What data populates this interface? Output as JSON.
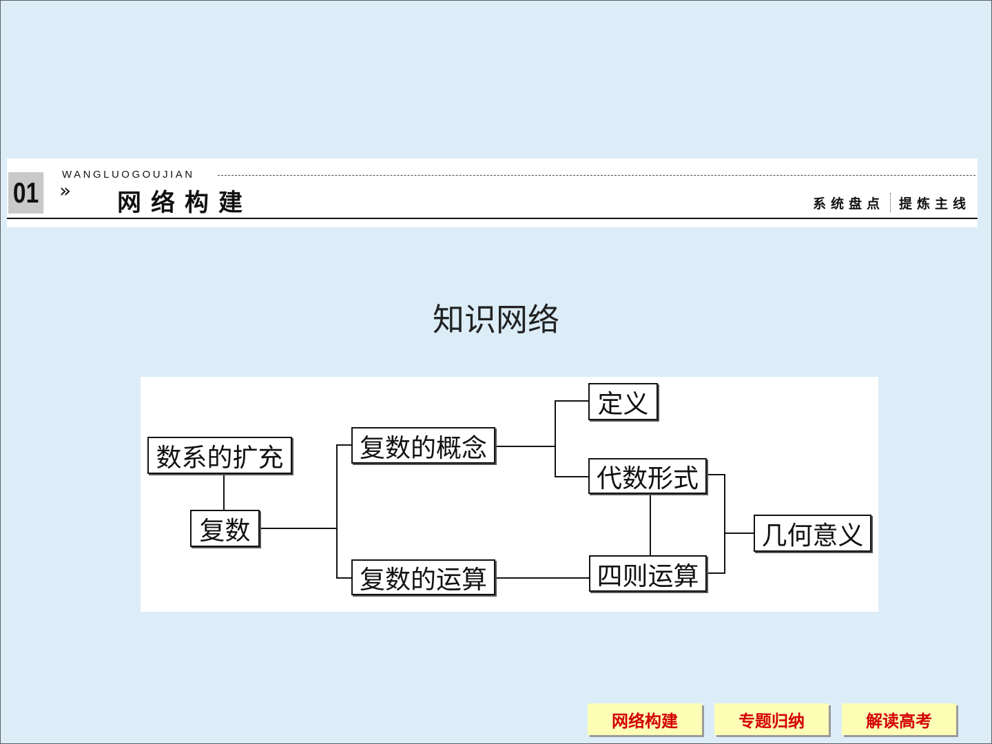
{
  "header": {
    "number": "01",
    "chevron": "»",
    "pinyin": "WANGLUOGOUJIAN",
    "title": "网络构建",
    "tag_left": "系统盘点",
    "tag_right": "提炼主线"
  },
  "main_title": "知识网络",
  "diagram": {
    "nodes": {
      "expansion": "数系的扩充",
      "complex": "复数",
      "concept": "复数的概念",
      "operation": "复数的运算",
      "definition": "定义",
      "algebraic": "代数形式",
      "arithmetic": "四则运算",
      "geometric": "几何意义"
    }
  },
  "nav": {
    "items": [
      "网络构建",
      "专题归纳",
      "解读高考"
    ]
  },
  "colors": {
    "background": "#dcedf8",
    "nav_bg": "#fdfdb6",
    "nav_text": "#d40000"
  }
}
